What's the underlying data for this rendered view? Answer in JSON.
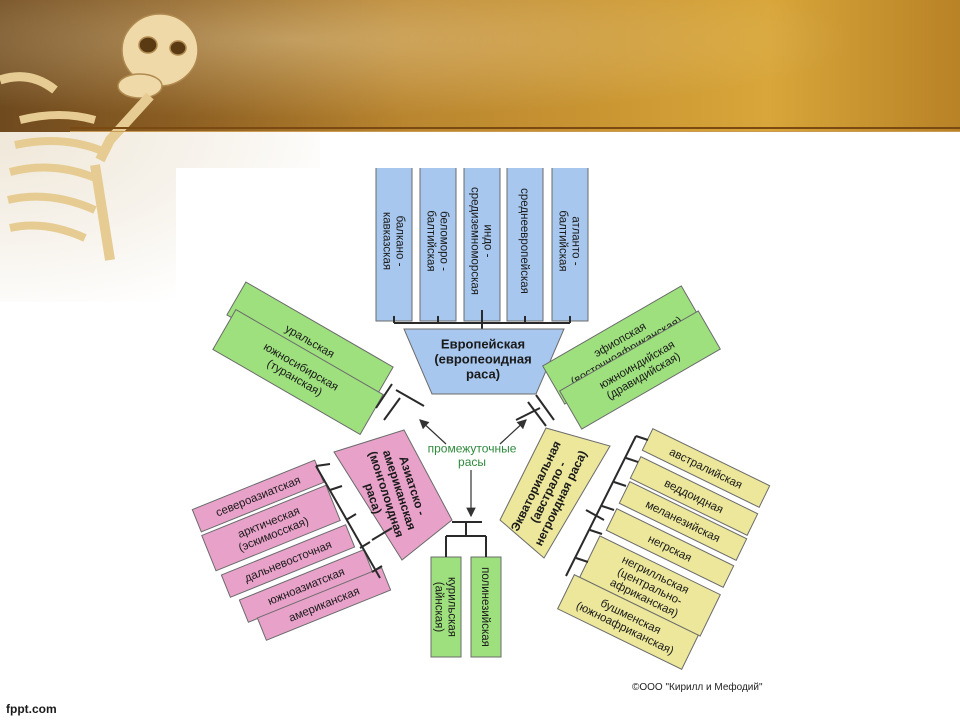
{
  "diagram": {
    "center_label": [
      "промежуточные",
      "расы"
    ],
    "races": {
      "european": [
        "Европейская",
        "(европеоидная",
        "раса)"
      ],
      "asian_american": [
        "Азиатско -",
        "американская",
        "(монголоидная",
        "раса)"
      ],
      "equatorial": [
        "Экваториальная",
        "(австрало -",
        "негроидная раса)"
      ]
    },
    "european_branches": [
      [
        "балкано -",
        "кавказская"
      ],
      [
        "беломоро -",
        "балтийская"
      ],
      [
        "индо -",
        "средиземноморская"
      ],
      [
        "среднеевропейская"
      ],
      [
        "атланто -",
        "балтийская"
      ]
    ],
    "left_intermediate": [
      [
        "уральская"
      ],
      [
        "южносибирская",
        "(туранская)"
      ]
    ],
    "right_intermediate": [
      [
        "эфиопская",
        "(восточноафриканская)"
      ],
      [
        "южноиндийская",
        "(дравидийская)"
      ]
    ],
    "mongoloid_branches": [
      [
        "североазиатская"
      ],
      [
        "арктическая",
        "(эскимосская)"
      ],
      [
        "дальневосточная"
      ],
      [
        "южноазиатская"
      ],
      [
        "американская"
      ]
    ],
    "bottom_branches": [
      [
        "курильская",
        "(айнская)"
      ],
      [
        "полинезийская"
      ]
    ],
    "equatorial_branches": [
      [
        "австралийская"
      ],
      [
        "веддоидная"
      ],
      [
        "меланезийская"
      ],
      [
        "негрская"
      ],
      [
        "негрилльская",
        "(центрально-",
        "африканская)"
      ],
      [
        "бушменская",
        "(южноафриканская)"
      ]
    ],
    "colors": {
      "european": "#a7c7ee",
      "intermediate": "#9ee07e",
      "mongoloid": "#e8a2c9",
      "equatorial": "#ece79a",
      "stroke": "#2a2a2a",
      "arrow": "#333333",
      "center_text": "#2e8a3c"
    }
  },
  "copyright": "©ООО \"Кирилл и Мефодий\"",
  "footer_brand": "fppt.com"
}
